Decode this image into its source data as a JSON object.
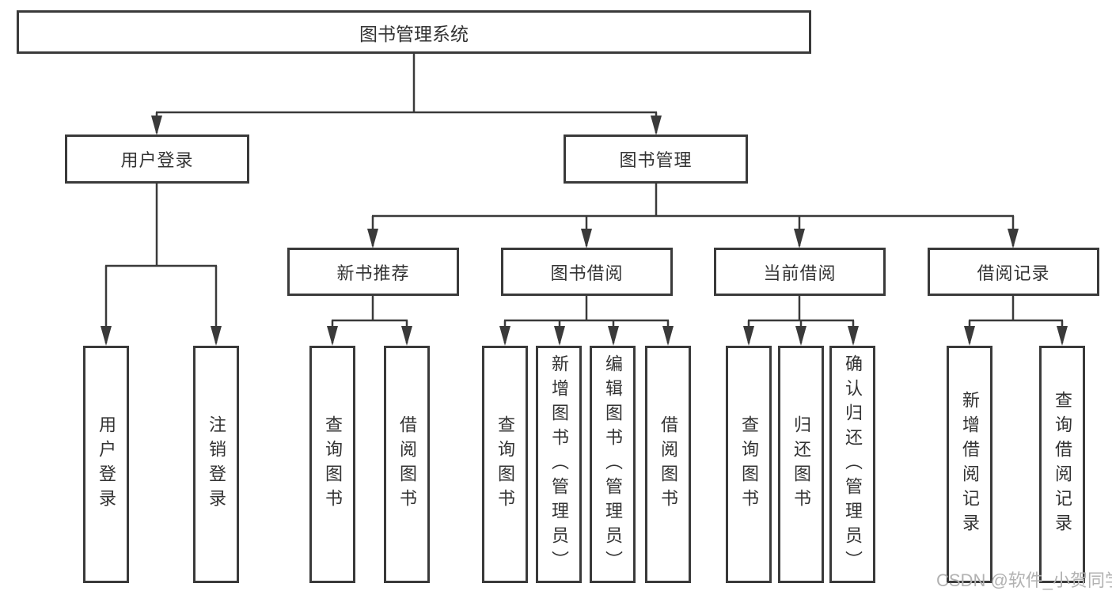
{
  "diagram": {
    "title": {
      "label": "图书管理系统"
    },
    "branches": [
      {
        "id": "user-login",
        "label": "用户登录",
        "children": [
          {
            "label": "用户登录"
          },
          {
            "label": "注销登录"
          }
        ]
      },
      {
        "id": "book-management",
        "label": "图书管理",
        "children": [
          {
            "id": "new-book-recommendation",
            "label": "新书推荐",
            "children": [
              {
                "label": "查询图书"
              },
              {
                "label": "借阅图书"
              }
            ]
          },
          {
            "id": "book-borrowing",
            "label": "图书借阅",
            "children": [
              {
                "label": "查询图书"
              },
              {
                "label": "新增图书（管理员）"
              },
              {
                "label": "编辑图书（管理员）"
              },
              {
                "label": "借阅图书"
              }
            ]
          },
          {
            "id": "current-borrowing",
            "label": "当前借阅",
            "children": [
              {
                "label": "查询图书"
              },
              {
                "label": "归还图书"
              },
              {
                "label": "确认归还（管理员）"
              }
            ]
          },
          {
            "id": "borrowing-records",
            "label": "借阅记录",
            "children": [
              {
                "label": "新增借阅记录"
              },
              {
                "label": "查询借阅记录"
              }
            ]
          }
        ]
      }
    ]
  },
  "watermark": {
    "text": "CSDN @软件_小贺同学"
  },
  "colors": {
    "line": "#3a3a3a",
    "text": "#333333",
    "watermark": "#b2b2b2",
    "background": "#ffffff"
  }
}
